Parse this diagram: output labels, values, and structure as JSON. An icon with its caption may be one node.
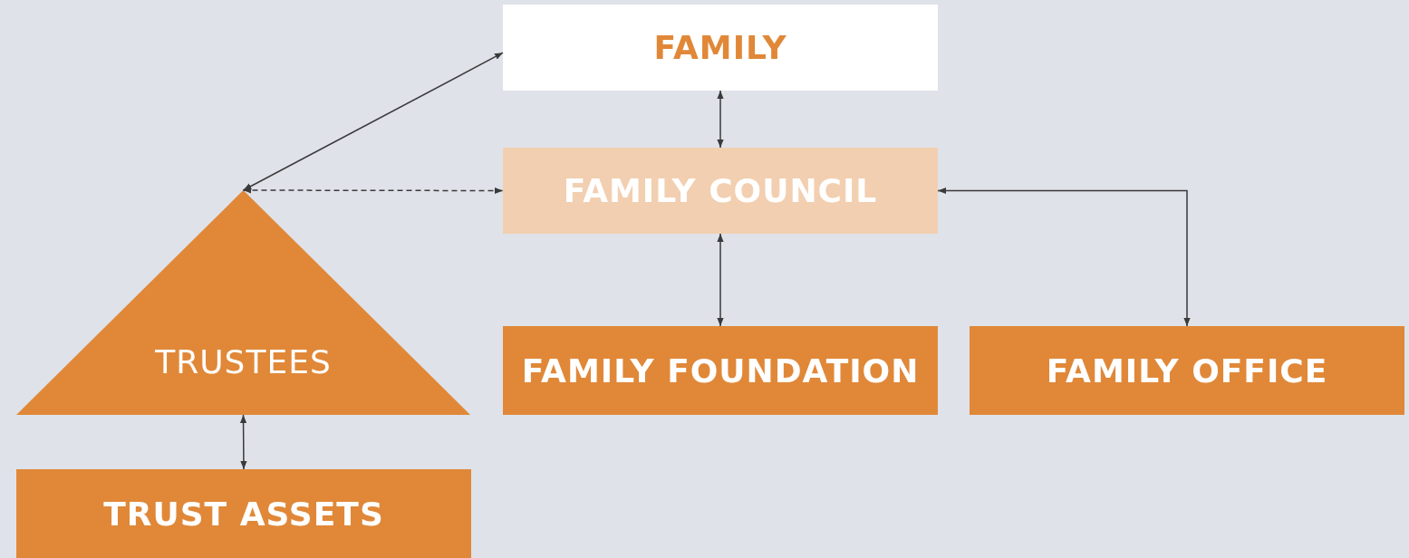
{
  "diagram": {
    "nodes": [
      {
        "text": [
          "FAMILY"
        ]
      },
      {
        "text": [
          "FAMILY COUNCIL"
        ]
      },
      {
        "text": [
          "TRUSTEES"
        ]
      },
      {
        "text": [
          "FAMILY FOUNDATION"
        ]
      },
      {
        "text": [
          "FAMILY OFFICE"
        ]
      },
      {
        "text": [
          "TRUST ASSETS"
        ]
      }
    ],
    "edges": [
      {
        "from": 0,
        "to": 2,
        "arrow": "both"
      },
      {
        "from": 0,
        "to": 1,
        "arrow": "both"
      },
      {
        "from": 2,
        "to": 1,
        "arrow": "both",
        "style": "dashed"
      },
      {
        "from": 1,
        "to": 3,
        "arrow": "both"
      },
      {
        "from": 1,
        "to": 4,
        "arrow": "both"
      },
      {
        "from": 2,
        "to": 5,
        "arrow": "both"
      }
    ]
  }
}
